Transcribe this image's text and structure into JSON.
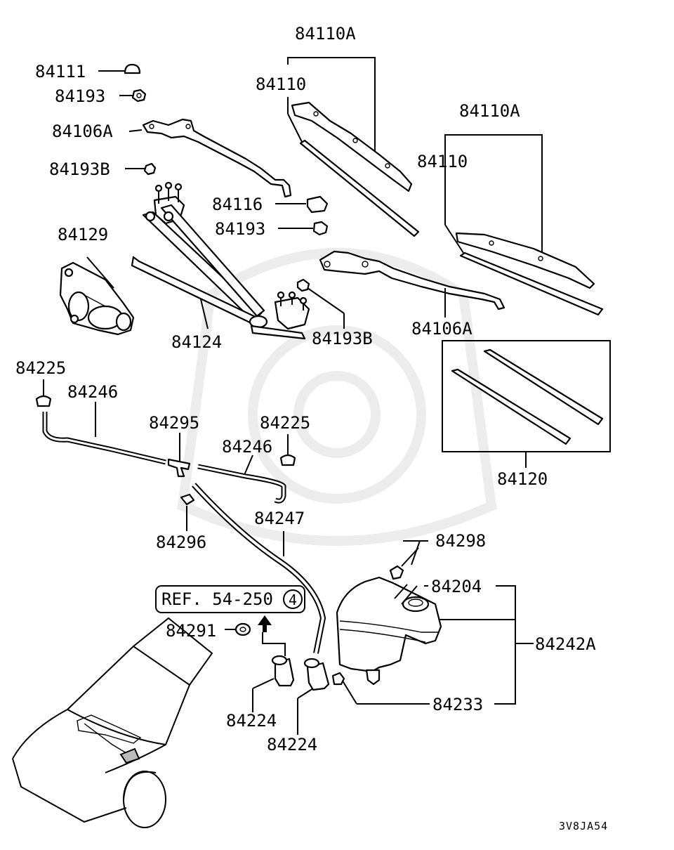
{
  "labels": {
    "p84111": "84111",
    "p84193a": "84193",
    "p84106a_left": "84106A",
    "p84193b_left": "84193B",
    "p84110a_top": "84110A",
    "p84110_left": "84110",
    "p84110a_right": "84110A",
    "p84110_right": "84110",
    "p84116": "84116",
    "p84193b_mid": "84193",
    "p84129": "84129",
    "p84124": "84124",
    "p84193b_right": "84193B",
    "p84106a_right": "84106A",
    "p84225_left": "84225",
    "p84246_left": "84246",
    "p84295": "84295",
    "p84225_right": "84225",
    "p84246_right": "84246",
    "p84296": "84296",
    "p84247": "84247",
    "p84120": "84120",
    "p84298": "84298",
    "p84204": "84204",
    "p84242a": "84242A",
    "p84291": "84291",
    "p84233": "84233",
    "p84224_left": "84224",
    "p84224_right": "84224"
  },
  "reference": {
    "text": "REF. 54-250",
    "circled": "4"
  },
  "diagram_code": "3V8JA54"
}
